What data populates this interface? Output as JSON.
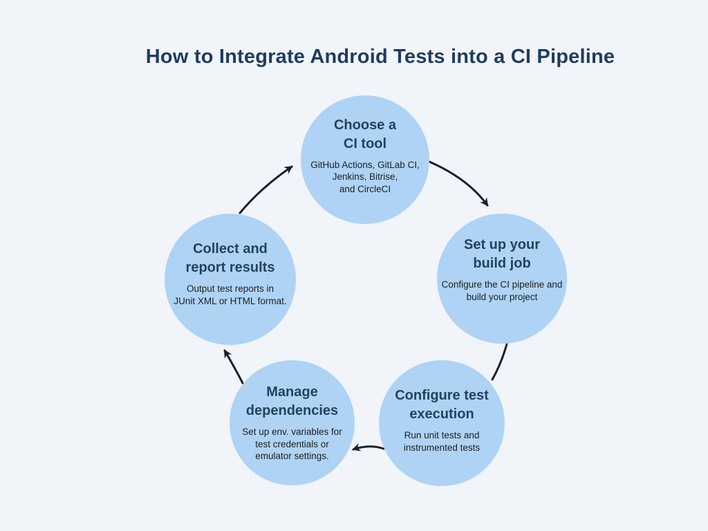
{
  "title": "How to Integrate Android Tests into a CI Pipeline",
  "colors": {
    "background": "#f1f4f9",
    "circle_fill": "#aed3f4",
    "title_text": "#1e3d5e",
    "heading_text": "#24425f",
    "body_text": "#1e1e1e",
    "arrow": "#1a1f2e"
  },
  "steps": [
    {
      "name": "choose-ci-tool",
      "heading": "Choose a\nCI tool",
      "body": "GitHub Actions, GitLab CI,\nJenkins, Bitrise,\nand CircleCI"
    },
    {
      "name": "set-up-build-job",
      "heading": "Set up your\nbuild job",
      "body": "Configure the CI pipeline and\nbuild your project"
    },
    {
      "name": "configure-test-execution",
      "heading": "Configure test\nexecution",
      "body": "Run unit tests and\ninstrumented tests"
    },
    {
      "name": "manage-dependencies",
      "heading": "Manage\ndependencies",
      "body": "Set up env. variables for\ntest credentials or\nemulator settings."
    },
    {
      "name": "collect-and-report-results",
      "heading": "Collect and\nreport results",
      "body": "Output test reports in\nJUnit XML or HTML format."
    }
  ]
}
